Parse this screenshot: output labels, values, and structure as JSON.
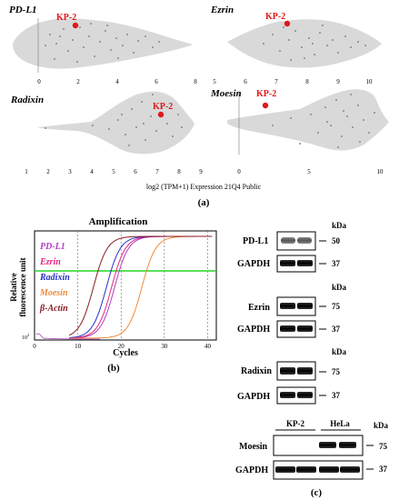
{
  "panel_a": {
    "label": "(a)",
    "xlabel": "log2 (TPM+1) Expression 21Q4 Public",
    "highlight_label": "KP-2",
    "highlight_color": "#e0191b",
    "violin_color": "#d9d9d9",
    "dot_color": "#8a8a8a"
  },
  "panel_b": {
    "label": "(b)",
    "chart_data": {
      "type": "line",
      "title": "Amplification",
      "xlabel": "Cycles",
      "ylabel": "Relative fluorescence unit",
      "ytick_label": "10",
      "ytick_exp": "2",
      "xlim": [
        0,
        42
      ],
      "xticks": [
        0,
        10,
        20,
        30,
        40
      ],
      "threshold_color": "#22d622",
      "legend": [
        {
          "name": "PD-L1",
          "color": "#b23ec4"
        },
        {
          "name": "Ezrin",
          "color": "#e0287f"
        },
        {
          "name": "Radixin",
          "color": "#2431c8"
        },
        {
          "name": "Moesin",
          "color": "#f08a3c"
        },
        {
          "name": "β-Actin",
          "color": "#8a1d24"
        }
      ]
    }
  },
  "panel_c": {
    "label": "(c)",
    "kda_label": "kDa",
    "blots": [
      {
        "protein": "PD-L1",
        "marker": "50",
        "ctrl": "GAPDH",
        "ctrl_marker": "37"
      },
      {
        "protein": "Ezrin",
        "marker": "75",
        "ctrl": "GAPDH",
        "ctrl_marker": "37"
      },
      {
        "protein": "Radixin",
        "marker": "75",
        "ctrl": "GAPDH",
        "ctrl_marker": "37"
      },
      {
        "protein": "Moesin",
        "marker": "75",
        "ctrl": "GAPDH",
        "ctrl_marker": "37"
      }
    ],
    "lanes": [
      "KP-2",
      "HeLa"
    ]
  },
  "chart_data": [
    {
      "type": "scatter",
      "title": "PD-L1",
      "xlabel": "log2 (TPM+1) Expression 21Q4 Public",
      "xlim": [
        -0.3,
        8.5
      ],
      "xticks": [
        0,
        2,
        4,
        6,
        8
      ],
      "highlight": {
        "label": "KP-2",
        "x": 1.8
      }
    },
    {
      "type": "scatter",
      "title": "Ezrin",
      "xlabel": "log2 (TPM+1) Expression 21Q4 Public",
      "xlim": [
        4.8,
        10.6
      ],
      "xticks": [
        5,
        6,
        7,
        8,
        9,
        10
      ],
      "highlight": {
        "label": "KP-2",
        "x": 7.2
      }
    },
    {
      "type": "scatter",
      "title": "Radixin",
      "xlabel": "log2 (TPM+1) Expression 21Q4 Public",
      "xlim": [
        0.7,
        9.4
      ],
      "xticks": [
        1,
        2,
        3,
        4,
        5,
        6,
        7,
        8,
        9
      ],
      "highlight": {
        "label": "KP-2",
        "x": 7.3
      }
    },
    {
      "type": "scatter",
      "title": "Moesin",
      "xlabel": "log2 (TPM+1) Expression 21Q4 Public",
      "xlim": [
        -0.3,
        10.4
      ],
      "xticks": [
        0,
        5,
        10
      ],
      "xtick_labels": [
        "0",
        "5",
        "10"
      ],
      "highlight": {
        "label": "KP-2",
        "x": 1.6
      }
    }
  ]
}
